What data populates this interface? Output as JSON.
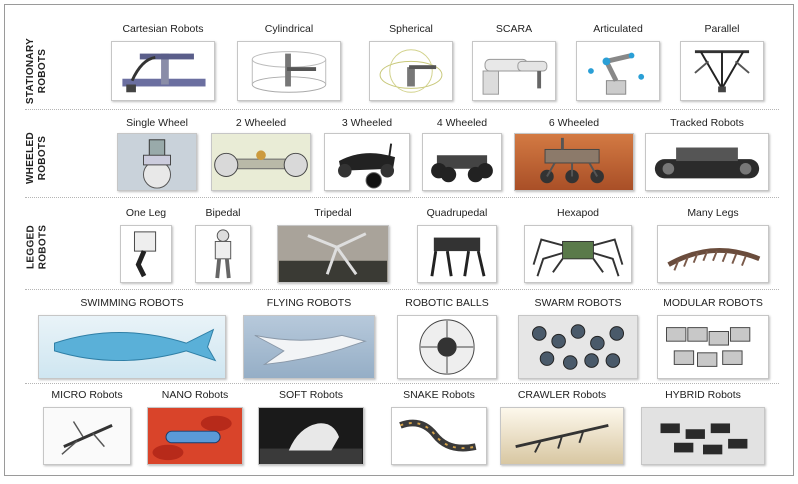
{
  "categories": {
    "stationary": "STATIONARY\nROBOTS",
    "wheeled": "WHEELED\nROBOTS",
    "legged": "LEGGED\nROBOTS"
  },
  "stationary": [
    {
      "label": "Cartesian Robots",
      "icon": "cartesian-robot-image"
    },
    {
      "label": "Cylindrical",
      "icon": "cylindrical-robot-image"
    },
    {
      "label": "Spherical",
      "icon": "spherical-robot-image"
    },
    {
      "label": "SCARA",
      "icon": "scara-robot-image"
    },
    {
      "label": "Articulated",
      "icon": "articulated-robot-image"
    },
    {
      "label": "Parallel",
      "icon": "parallel-robot-image"
    }
  ],
  "wheeled": [
    {
      "label": "Single Wheel",
      "icon": "single-wheel-robot-image"
    },
    {
      "label": "2 Wheeled",
      "icon": "two-wheeled-robot-image"
    },
    {
      "label": "3 Wheeled",
      "icon": "three-wheeled-robot-image"
    },
    {
      "label": "4 Wheeled",
      "icon": "four-wheeled-robot-image"
    },
    {
      "label": "6 Wheeled",
      "icon": "six-wheeled-robot-image"
    },
    {
      "label": "Tracked Robots",
      "icon": "tracked-robot-image"
    }
  ],
  "legged": [
    {
      "label": "One Leg",
      "icon": "one-leg-robot-image"
    },
    {
      "label": "Bipedal",
      "icon": "bipedal-robot-image"
    },
    {
      "label": "Tripedal",
      "icon": "tripedal-robot-image"
    },
    {
      "label": "Quadrupedal",
      "icon": "quadrupedal-robot-image"
    },
    {
      "label": "Hexapod",
      "icon": "hexapod-robot-image"
    },
    {
      "label": "Many Legs",
      "icon": "many-legs-robot-image"
    }
  ],
  "other": [
    {
      "label": "SWIMMING ROBOTS",
      "icon": "swimming-robot-image"
    },
    {
      "label": "FLYING ROBOTS",
      "icon": "flying-robot-image"
    },
    {
      "label": "ROBOTIC BALLS",
      "icon": "robotic-ball-image"
    },
    {
      "label": "SWARM ROBOTS",
      "icon": "swarm-robots-image"
    },
    {
      "label": "MODULAR ROBOTS",
      "icon": "modular-robots-image"
    }
  ],
  "misc": [
    {
      "label": "MICRO Robots",
      "icon": "micro-robot-image"
    },
    {
      "label": "NANO Robots",
      "icon": "nano-robot-image"
    },
    {
      "label": "SOFT Robots",
      "icon": "soft-robot-image"
    },
    {
      "label": "SNAKE Robots",
      "icon": "snake-robot-image"
    },
    {
      "label": "CRAWLER Robots",
      "icon": "crawler-robot-image"
    },
    {
      "label": "HYBRID Robots",
      "icon": "hybrid-robot-image"
    }
  ]
}
